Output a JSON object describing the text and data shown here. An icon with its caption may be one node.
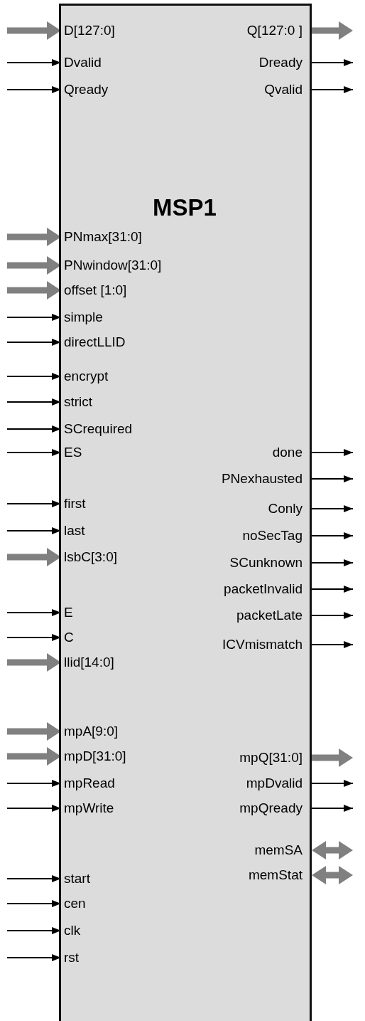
{
  "diagram": {
    "nodes": [
      {
        "text": [
          "MSP1"
        ]
      },
      {
        "text": [
          "D[127:0]"
        ],
        "in": 0
      },
      {
        "text": [
          "Dvalid"
        ],
        "in": 0
      },
      {
        "text": [
          "Qready"
        ],
        "in": 0
      },
      {
        "text": [
          "PNmax[31:0]"
        ],
        "in": 0
      },
      {
        "text": [
          "PNwindow[31:0]"
        ],
        "in": 0
      },
      {
        "text": [
          "offset [1:0]"
        ],
        "in": 0
      },
      {
        "text": [
          "simple"
        ],
        "in": 0
      },
      {
        "text": [
          "directLLID"
        ],
        "in": 0
      },
      {
        "text": [
          "encrypt"
        ],
        "in": 0
      },
      {
        "text": [
          "strict"
        ],
        "in": 0
      },
      {
        "text": [
          "SCrequired"
        ],
        "in": 0
      },
      {
        "text": [
          "ES"
        ],
        "in": 0
      },
      {
        "text": [
          "first"
        ],
        "in": 0
      },
      {
        "text": [
          "last"
        ],
        "in": 0
      },
      {
        "text": [
          "lsbC[3:0]"
        ],
        "in": 0
      },
      {
        "text": [
          "E"
        ],
        "in": 0
      },
      {
        "text": [
          "C"
        ],
        "in": 0
      },
      {
        "text": [
          "llid[14:0]"
        ],
        "in": 0
      },
      {
        "text": [
          "mpA[9:0]"
        ],
        "in": 0
      },
      {
        "text": [
          "mpD[31:0]"
        ],
        "in": 0
      },
      {
        "text": [
          "mpRead"
        ],
        "in": 0
      },
      {
        "text": [
          "mpWrite"
        ],
        "in": 0
      },
      {
        "text": [
          "start"
        ],
        "in": 0
      },
      {
        "text": [
          "cen"
        ],
        "in": 0
      },
      {
        "text": [
          "clk"
        ],
        "in": 0
      },
      {
        "text": [
          "rst"
        ],
        "in": 0
      },
      {
        "text": [
          "Q[127:0 ]"
        ],
        "in": 0
      },
      {
        "text": [
          "Dready"
        ],
        "in": 0
      },
      {
        "text": [
          "Qvalid"
        ],
        "in": 0
      },
      {
        "text": [
          "done"
        ],
        "in": 0
      },
      {
        "text": [
          "PNexhausted"
        ],
        "in": 0
      },
      {
        "text": [
          "Conly"
        ],
        "in": 0
      },
      {
        "text": [
          "noSecTag"
        ],
        "in": 0
      },
      {
        "text": [
          "SCunknown"
        ],
        "in": 0
      },
      {
        "text": [
          "packetInvalid"
        ],
        "in": 0
      },
      {
        "text": [
          "packetLate"
        ],
        "in": 0
      },
      {
        "text": [
          "ICVmismatch"
        ],
        "in": 0
      },
      {
        "text": [
          "mpQ[31:0]"
        ],
        "in": 0
      },
      {
        "text": [
          "mpDvalid"
        ],
        "in": 0
      },
      {
        "text": [
          "mpQready"
        ],
        "in": 0
      },
      {
        "text": [
          "memSA"
        ],
        "in": 0
      },
      {
        "text": [
          "memStat"
        ],
        "in": 0
      }
    ],
    "edges": [
      {
        "from": null,
        "to": 1,
        "arrow": "to",
        "style": "thick",
        "color": "#808080"
      },
      {
        "from": null,
        "to": 2,
        "arrow": "to"
      },
      {
        "from": null,
        "to": 3,
        "arrow": "to"
      },
      {
        "from": null,
        "to": 4,
        "arrow": "to",
        "style": "thick",
        "color": "#808080"
      },
      {
        "from": null,
        "to": 5,
        "arrow": "to",
        "style": "thick",
        "color": "#808080"
      },
      {
        "from": null,
        "to": 6,
        "arrow": "to",
        "style": "thick",
        "color": "#808080"
      },
      {
        "from": null,
        "to": 7,
        "arrow": "to"
      },
      {
        "from": null,
        "to": 8,
        "arrow": "to"
      },
      {
        "from": null,
        "to": 9,
        "arrow": "to"
      },
      {
        "from": null,
        "to": 10,
        "arrow": "to"
      },
      {
        "from": null,
        "to": 11,
        "arrow": "to"
      },
      {
        "from": null,
        "to": 12,
        "arrow": "to"
      },
      {
        "from": null,
        "to": 13,
        "arrow": "to"
      },
      {
        "from": null,
        "to": 14,
        "arrow": "to"
      },
      {
        "from": null,
        "to": 15,
        "arrow": "to",
        "style": "thick",
        "color": "#808080"
      },
      {
        "from": null,
        "to": 16,
        "arrow": "to"
      },
      {
        "from": null,
        "to": 17,
        "arrow": "to"
      },
      {
        "from": null,
        "to": 18,
        "arrow": "to",
        "style": "thick",
        "color": "#808080"
      },
      {
        "from": null,
        "to": 19,
        "arrow": "to",
        "style": "thick",
        "color": "#808080"
      },
      {
        "from": null,
        "to": 20,
        "arrow": "to",
        "style": "thick",
        "color": "#808080"
      },
      {
        "from": null,
        "to": 21,
        "arrow": "to"
      },
      {
        "from": null,
        "to": 22,
        "arrow": "to"
      },
      {
        "from": null,
        "to": 23,
        "arrow": "to"
      },
      {
        "from": null,
        "to": 24,
        "arrow": "to"
      },
      {
        "from": null,
        "to": 25,
        "arrow": "to"
      },
      {
        "from": null,
        "to": 26,
        "arrow": "to"
      },
      {
        "from": 27,
        "to": null,
        "arrow": "to",
        "style": "thick",
        "color": "#808080"
      },
      {
        "from": 28,
        "to": null,
        "arrow": "to"
      },
      {
        "from": 29,
        "to": null,
        "arrow": "to"
      },
      {
        "from": 30,
        "to": null,
        "arrow": "to"
      },
      {
        "from": 31,
        "to": null,
        "arrow": "to"
      },
      {
        "from": 32,
        "to": null,
        "arrow": "to"
      },
      {
        "from": 33,
        "to": null,
        "arrow": "to"
      },
      {
        "from": 34,
        "to": null,
        "arrow": "to"
      },
      {
        "from": 35,
        "to": null,
        "arrow": "to"
      },
      {
        "from": 36,
        "to": null,
        "arrow": "to"
      },
      {
        "from": 37,
        "to": null,
        "arrow": "to"
      },
      {
        "from": 38,
        "to": null,
        "arrow": "to",
        "style": "thick",
        "color": "#808080"
      },
      {
        "from": 39,
        "to": null,
        "arrow": "to"
      },
      {
        "from": 40,
        "to": null,
        "arrow": "to"
      },
      {
        "from": 41,
        "to": null,
        "arrow": "both",
        "style": "thick",
        "color": "#808080"
      },
      {
        "from": 42,
        "to": null,
        "arrow": "both",
        "style": "thick",
        "color": "#808080"
      }
    ]
  }
}
